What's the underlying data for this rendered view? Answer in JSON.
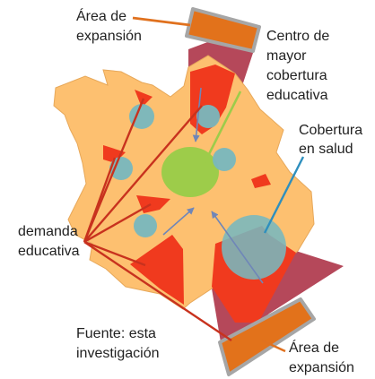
{
  "labels": {
    "expansion_top_1": "Área de",
    "expansion_top_2": "expansión",
    "center_1": "Centro de",
    "center_2": "mayor",
    "center_3": "cobertura",
    "center_4": "educativa",
    "health_1": "Cobertura",
    "health_2": "en salud",
    "demand_1": "demanda",
    "demand_2": "educativa",
    "source_1": "Fuente: esta",
    "source_2": "investigación",
    "expansion_bottom_1": "Área de",
    "expansion_bottom_2": "expansión"
  },
  "colors": {
    "territory": "#FDC070",
    "territory_edge": "#E7A85A",
    "demand_red": "#F03A1E",
    "expansion_orange": "#E2721B",
    "expansion_band": "#B5485A",
    "expansion_frame": "#A6A6A6",
    "center_green": "#9DCC4A",
    "health_teal": "#78B7BE",
    "health_line": "#2E8FBE",
    "arrow_blue": "#6F86B8",
    "red_line": "#C8321E",
    "label_orange_line": "#E0711E",
    "text": "#222222"
  }
}
